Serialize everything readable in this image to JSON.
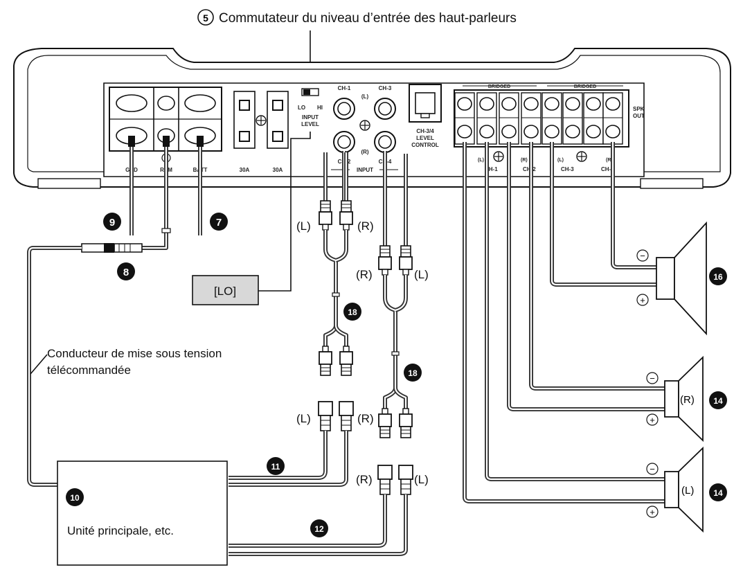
{
  "title": "Commutateur du niveau d’entrée des haut-parleurs",
  "title_number": "5",
  "amplifier": {
    "power_labels": [
      "GND",
      "REM",
      "BATT"
    ],
    "fuse_labels": [
      "30A",
      "30A"
    ],
    "input_level_label_line1": "INPUT",
    "input_level_label_line2": "LEVEL",
    "switch_lo": "LO",
    "switch_hi": "HI",
    "ch1": "CH-1",
    "ch2": "CH-2",
    "ch3": "CH-3",
    "ch4": "CH-4",
    "input_l": "(L)",
    "input_r": "(R)",
    "input_label": "INPUT",
    "level_control_line1": "CH-3/4",
    "level_control_line2": "LEVEL",
    "level_control_line3": "CONTROL",
    "bridged": "BRIDGED",
    "spk_out_line1": "SPK",
    "spk_out_line2": "OUT",
    "out_labels": [
      "CH-1",
      "CH-2",
      "CH-3",
      "CH-4"
    ],
    "out_lr": [
      "(L)",
      "(R)",
      "(L)",
      "(R)"
    ]
  },
  "callouts": {
    "n7": "7",
    "n8": "8",
    "n9": "9",
    "n10": "10",
    "n11": "11",
    "n12": "12",
    "n14a": "14",
    "n14b": "14",
    "n16": "16",
    "n18a": "18",
    "n18b": "18"
  },
  "lo_box": "[LO]",
  "remote_lead_line1": "Conducteur de mise sous tension",
  "remote_lead_line2": "télécommandée",
  "head_unit_label": "Unité principale, etc.",
  "rca": {
    "l": "(L)",
    "r": "(R)"
  },
  "speaker": {
    "minus": "−",
    "plus": "+",
    "r_label": "(R)",
    "l_label": "(L)"
  }
}
